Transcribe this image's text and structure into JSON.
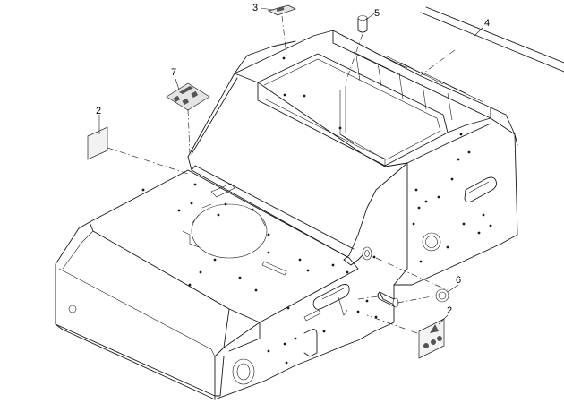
{
  "callouts": {
    "c3": "3",
    "c5": "5",
    "c4": "4",
    "c7": "7",
    "c2a": "2",
    "c6": "6",
    "c2b": "2"
  }
}
